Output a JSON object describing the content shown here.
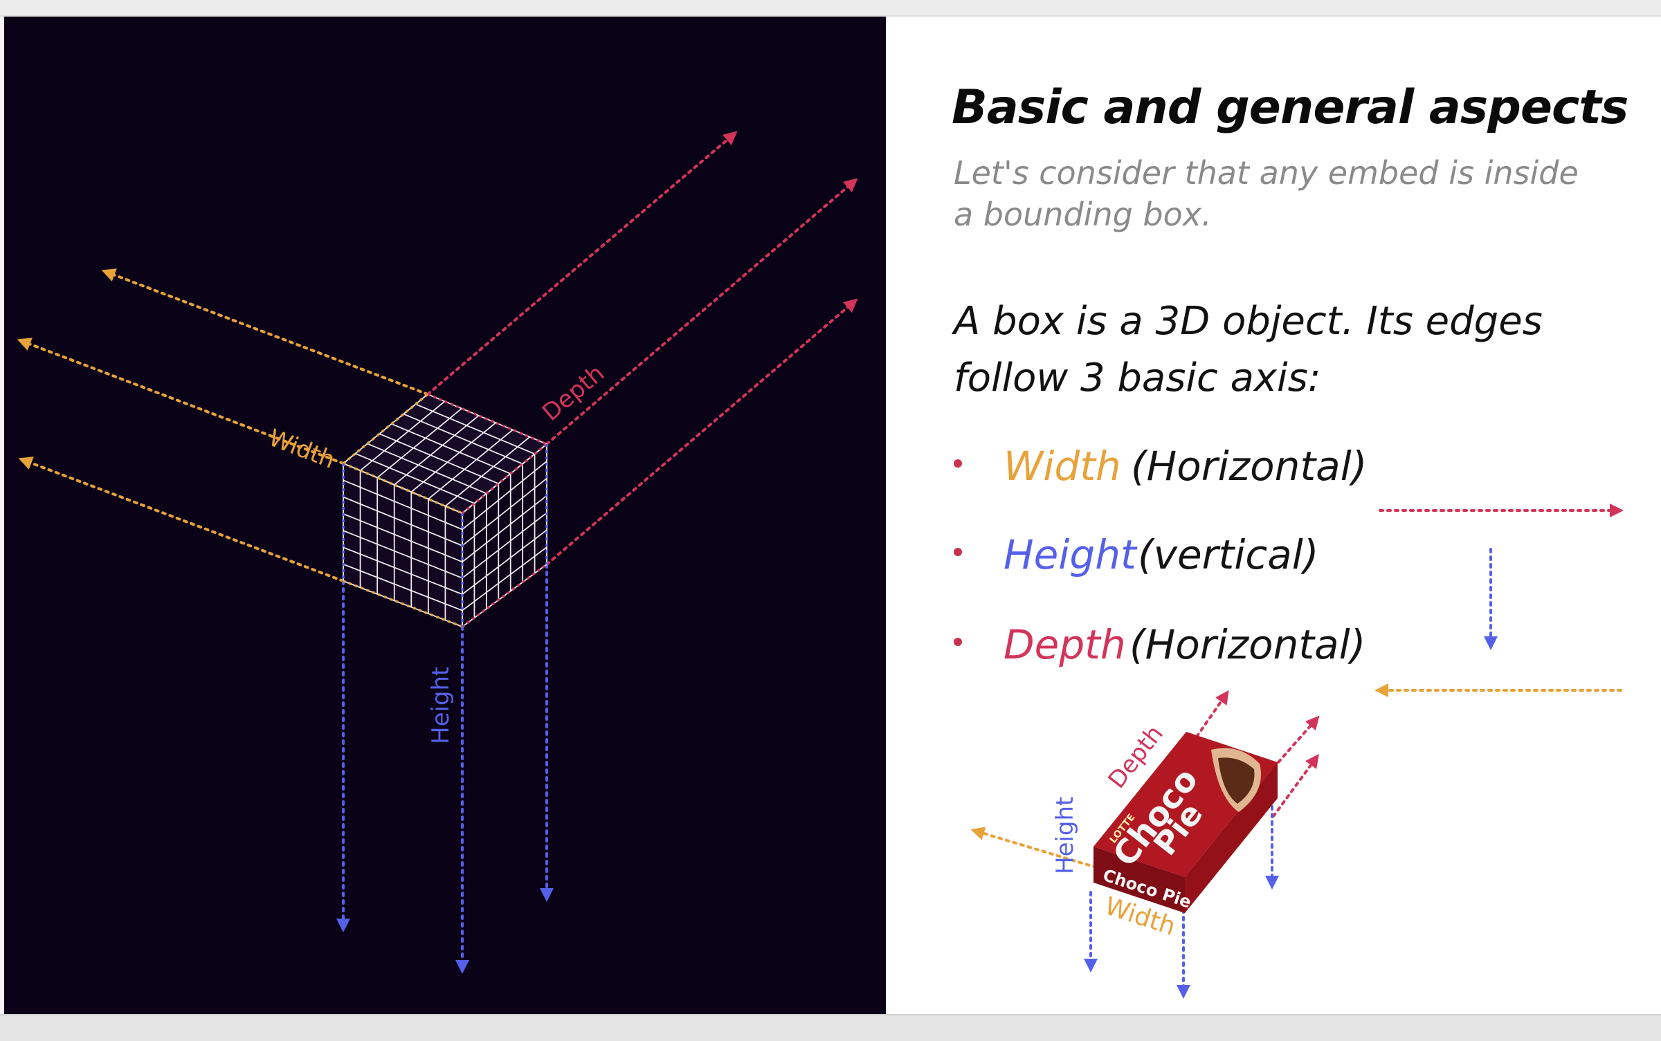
{
  "slide": {
    "title": "Basic and general aspects",
    "subtitle": "Let's consider that any embed is inside a bounding box.",
    "body": "A box is a 3D object. Its edges follow 3 basic axis:",
    "axes": [
      {
        "label": "Width",
        "desc": "(Horizontal)",
        "color": "#e8a23a"
      },
      {
        "label": "Height",
        "desc": "(vertical)",
        "color": "#5560e8"
      },
      {
        "label": "Depth",
        "desc": "(Horizontal)",
        "color": "#d2345a"
      }
    ]
  },
  "diagram": {
    "width_label": "Width",
    "height_label": "Height",
    "depth_label": "Depth",
    "colors": {
      "background": "#0a0217",
      "width": "#e8a23a",
      "height": "#5560e8",
      "depth": "#d2345a",
      "grid": "#ffffff"
    }
  },
  "product": {
    "brand": "LOTTE",
    "name_top": "Choco",
    "name_bottom": "Pie",
    "side_text": "Choco Pie",
    "width_label": "Width",
    "height_label": "Height",
    "depth_label": "Depth"
  }
}
